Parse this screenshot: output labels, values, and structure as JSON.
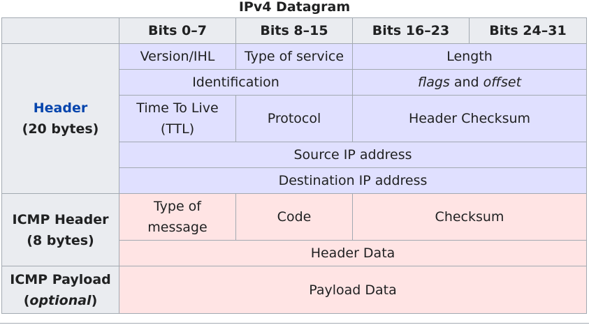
{
  "caption": "IPv4 Datagram",
  "columns": [
    "Bits 0–7",
    "Bits 8–15",
    "Bits 16–23",
    "Bits 24–31"
  ],
  "sections": {
    "header": {
      "title": "Header",
      "size": "(20 bytes)",
      "version_ihl": "Version/IHL",
      "type_of_service": "Type of service",
      "length": "Length",
      "identification": "Identification",
      "flags": "flags",
      "and": "and",
      "offset": "offset",
      "ttl_line1": "Time To Live",
      "ttl_line2": "(TTL)",
      "protocol": "Protocol",
      "header_checksum": "Header Checksum",
      "source_ip": "Source IP address",
      "destination_ip": "Destination IP address"
    },
    "icmp_header": {
      "title": "ICMP Header",
      "size": "(8 bytes)",
      "type_line1": "Type of",
      "type_line2": "message",
      "code": "Code",
      "checksum": "Checksum",
      "header_data": "Header Data"
    },
    "icmp_payload": {
      "title": "ICMP Payload",
      "optional_open": "(",
      "optional": "optional",
      "optional_close": ")",
      "payload_data": "Payload Data"
    }
  },
  "colors": {
    "header_gray": "#eaecf0",
    "ip_header_blue": "#e0e0ff",
    "icmp_pink": "#ffe4e4",
    "link_blue": "#0645ad",
    "border": "#a2a9b1"
  }
}
